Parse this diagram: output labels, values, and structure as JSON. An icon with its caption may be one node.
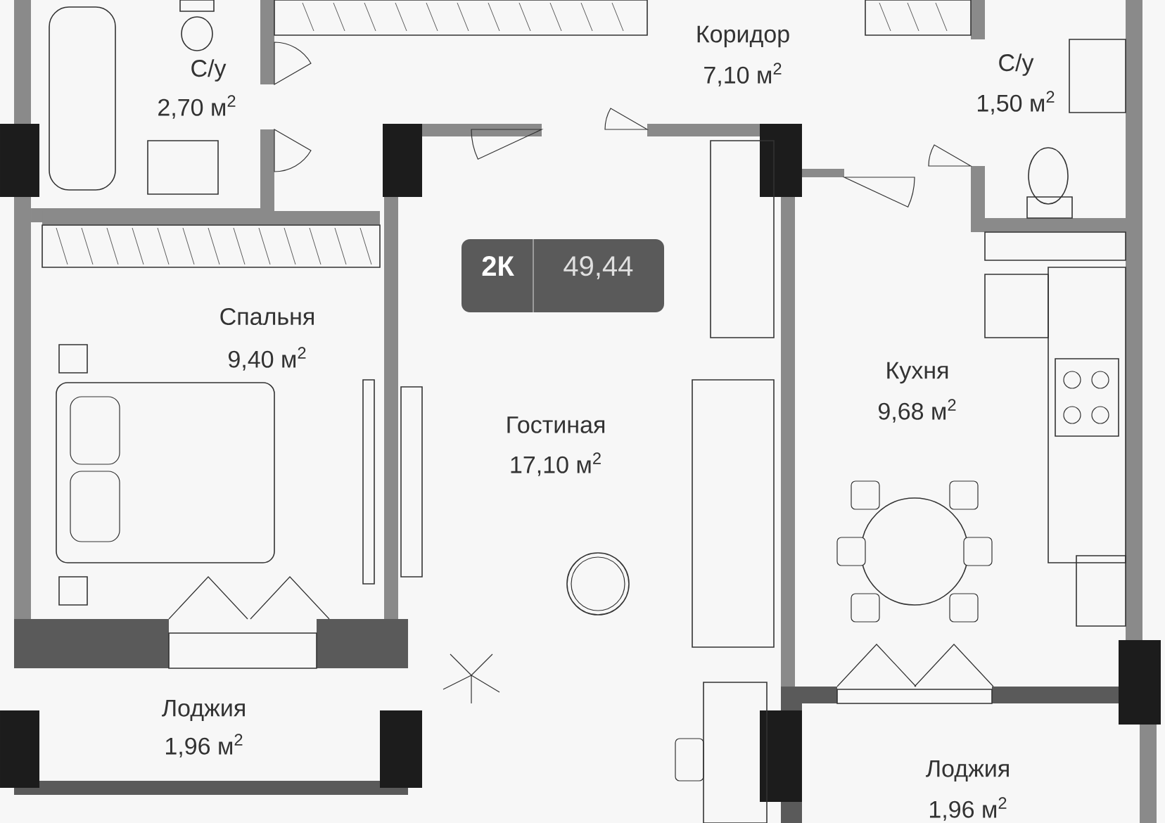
{
  "diagram": {
    "nodes": [
      {
        "text": [
          "2К",
          "49,44"
        ]
      }
    ],
    "labels": [
      "С/у",
      "2,70 м$^{2}$",
      "Коридор",
      "7,10 м$^{2}$",
      "С/у",
      "1,50 м$^{2}$",
      "Спальня",
      "9,40 м$^{2}$",
      "Кухня",
      "9,68 м$^{2}$",
      "Гостиная",
      "17,10 м$^{2}$",
      "Лоджия",
      "1,96 м$^{2}$",
      "Лоджия",
      "1,96 м$^{2}$"
    ]
  }
}
